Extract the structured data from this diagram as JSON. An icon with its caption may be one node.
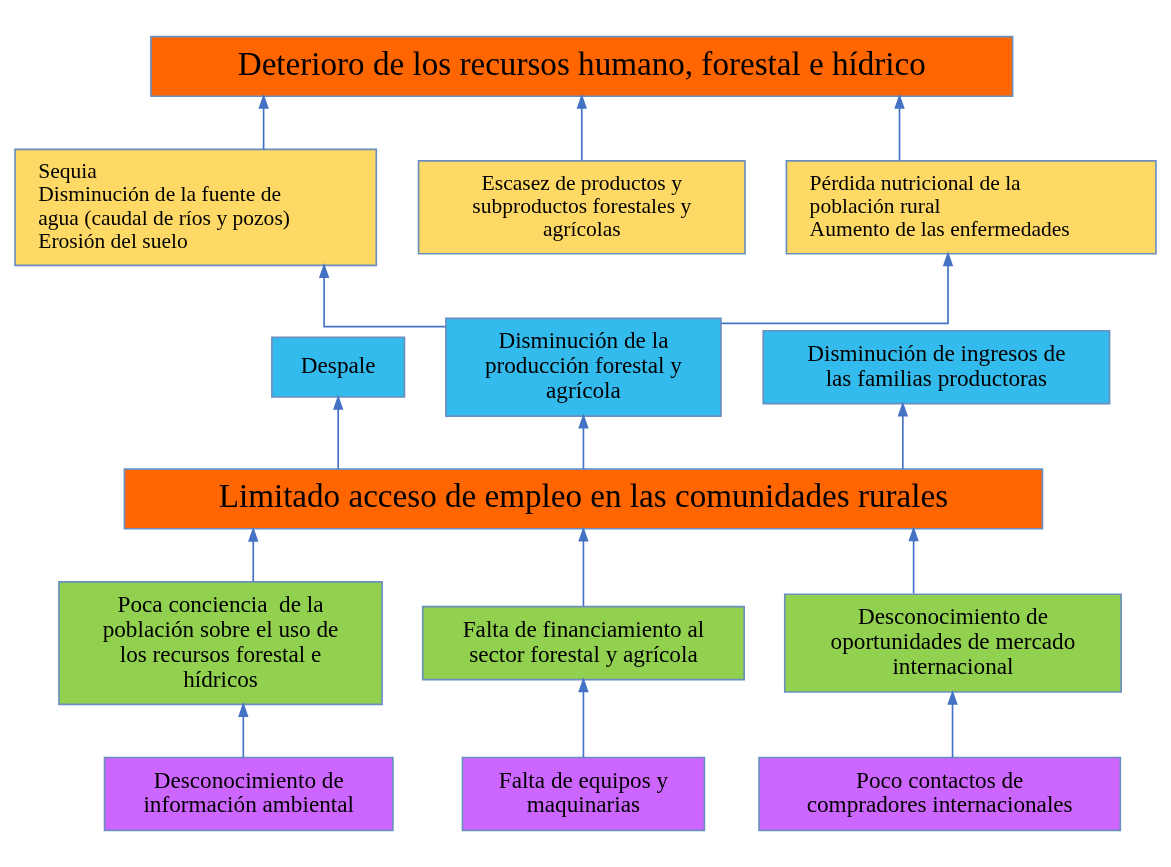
{
  "diagram": {
    "nodes": [
      {
        "text": [
          "Deterioro de los recursos humano, forestal e hídrico"
        ]
      },
      {
        "text": [
          "Sequia",
          "Disminución de la fuente de agua (caudal de ríos y pozos)",
          "Erosión del suelo"
        ]
      },
      {
        "text": [
          "Escasez de productos y subproductos forestales y agrícolas"
        ]
      },
      {
        "text": [
          "Pérdida nutricional de la población rural",
          "Aumento de las enfermedades"
        ]
      },
      {
        "text": [
          "Despale"
        ]
      },
      {
        "text": [
          "Disminución de la producción forestal y agrícola"
        ]
      },
      {
        "text": [
          "Disminución de ingresos de las familias productoras"
        ]
      },
      {
        "text": [
          "Limitado acceso de empleo en las comunidades rurales"
        ]
      },
      {
        "text": [
          "Poca conciencia  de la población sobre el uso de los recursos forestal e hídricos"
        ]
      },
      {
        "text": [
          "Falta de financiamiento al sector forestal y agrícola"
        ]
      },
      {
        "text": [
          "Desconocimiento de oportunidades de mercado internacional"
        ]
      },
      {
        "text": [
          "Desconocimiento de información ambiental"
        ]
      },
      {
        "text": [
          "Falta de equipos y maquinarias"
        ]
      },
      {
        "text": [
          "Poco contactos de compradores internacionales"
        ]
      }
    ],
    "edges": [
      {
        "from": 1,
        "to": 0,
        "arrow": "to"
      },
      {
        "from": 2,
        "to": 0,
        "arrow": "to"
      },
      {
        "from": 3,
        "to": 0,
        "arrow": "to"
      },
      {
        "from": 5,
        "to": 1,
        "arrow": "to"
      },
      {
        "from": 5,
        "to": 3,
        "arrow": "to"
      },
      {
        "from": 7,
        "to": 4,
        "arrow": "to"
      },
      {
        "from": 7,
        "to": 5,
        "arrow": "to"
      },
      {
        "from": 7,
        "to": 6,
        "arrow": "to"
      },
      {
        "from": 8,
        "to": 7,
        "arrow": "to"
      },
      {
        "from": 9,
        "to": 7,
        "arrow": "to"
      },
      {
        "from": 10,
        "to": 7,
        "arrow": "to"
      },
      {
        "from": 11,
        "to": 8,
        "arrow": "to"
      },
      {
        "from": 12,
        "to": 9,
        "arrow": "to"
      },
      {
        "from": 13,
        "to": 10,
        "arrow": "to"
      }
    ]
  }
}
